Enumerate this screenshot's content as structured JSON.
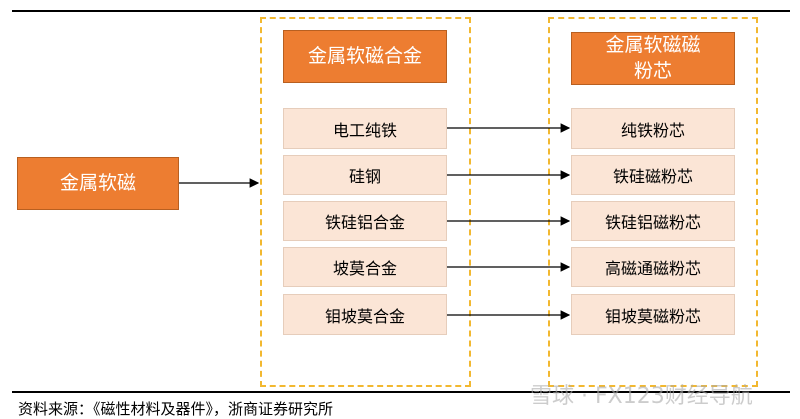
{
  "source": {
    "root": "金属软磁"
  },
  "alloys": {
    "title": "金属软磁合金",
    "items": [
      "电工纯铁",
      "硅钢",
      "铁硅铝合金",
      "坡莫合金",
      "钼坡莫合金"
    ]
  },
  "cores": {
    "title": "金属软磁磁粉芯",
    "items": [
      "纯铁粉芯",
      "铁硅磁粉芯",
      "铁硅铝磁粉芯",
      "高磁通磁粉芯",
      "钼坡莫磁粉芯"
    ]
  },
  "caption": "资料来源：《磁性材料及器件》，浙商证券研究所",
  "watermark": "雪球 · FX123财经导航",
  "colors": {
    "header": "#ED7D31",
    "item": "#FBE5D6",
    "dash": "#F2B830"
  }
}
